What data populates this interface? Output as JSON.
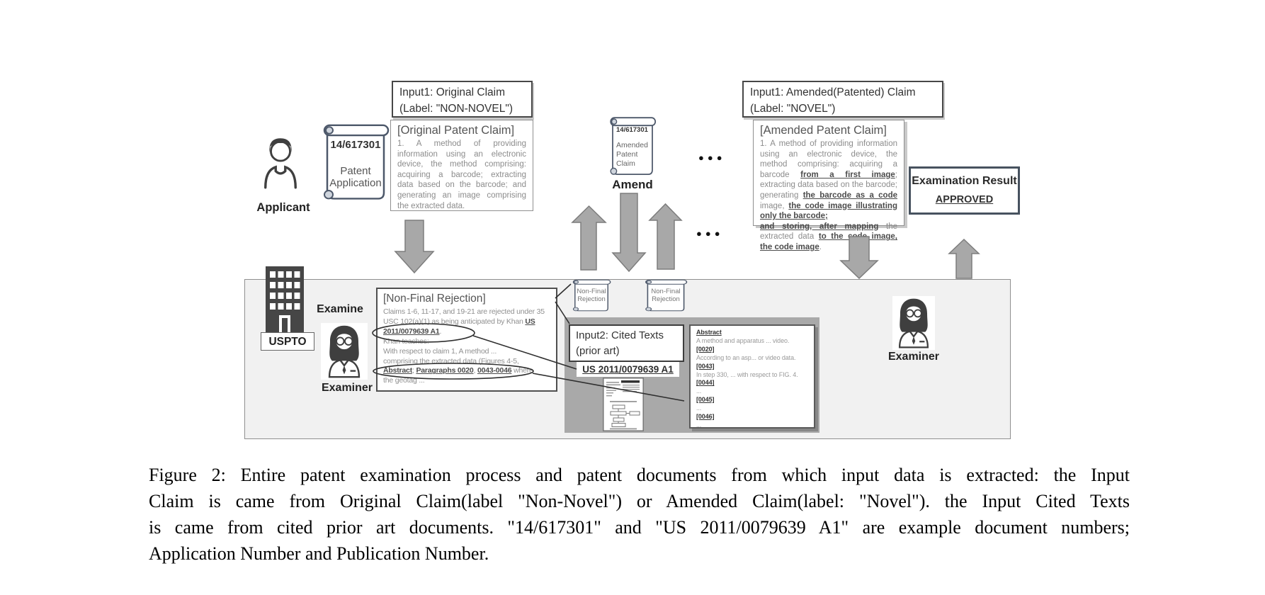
{
  "colors": {
    "arrow_fill": "#a8a8a8",
    "container_fill": "#f1f1f1",
    "dark_region_fill": "#a9a9a9",
    "result_border": "#47525f",
    "annotation_stroke": "#2f2f2f"
  },
  "applicant": {
    "label": "Applicant"
  },
  "patent_scroll": {
    "number": "14/617301",
    "title_lines": [
      "Patent",
      "Application"
    ]
  },
  "input1_original": {
    "title": "Input1: Original Claim",
    "label_line": "(Label: \"NON-NOVEL\")"
  },
  "original_claim": {
    "heading": "[Original Patent Claim]",
    "body": "1. A method of providing information using an electronic device, the method comprising: acquiring a barcode; extracting data based on the barcode; and generating an image comprising the extracted data."
  },
  "amend_scroll": {
    "number": "14/617301",
    "title_lines": [
      "Amended",
      "Patent",
      "Claim"
    ]
  },
  "amend_label": "Amend",
  "dots": "●●●",
  "input1_amended": {
    "title": "Input1: Amended(Patented) Claim",
    "label_line": "(Label: \"NOVEL\")"
  },
  "amended_claim": {
    "heading": "[Amended Patent Claim]",
    "segments": [
      {
        "t": "1. A method of providing information using an electronic device, the method comprising: acquiring a barcode ",
        "s": "p"
      },
      {
        "t": "from a first image",
        "s": "bu"
      },
      {
        "t": ";  extracting data based on the barcode; generating ",
        "s": "p"
      },
      {
        "t": "the barcode as a code",
        "s": "bu"
      },
      {
        "t": " image, ",
        "s": "p"
      },
      {
        "t": "the code image illustrating only the barcode;",
        "s": "bu"
      },
      {
        "t": "",
        "s": "br"
      },
      {
        "t": "and storing, after mapping",
        "s": "bu"
      },
      {
        "t": " the extracted data ",
        "s": "p"
      },
      {
        "t": "to the code image, the code image",
        "s": "bu"
      },
      {
        "t": ".",
        "s": "p"
      }
    ]
  },
  "exam_result": {
    "title": "Examination Result",
    "status": "APPROVED"
  },
  "uspto": {
    "label": "USPTO",
    "examine": "Examine",
    "examiner": "Examiner"
  },
  "rejection": {
    "heading": "[Non-Final Rejection]",
    "lines": [
      [
        {
          "t": "Claims 1-6, 11-17, and 19-21 are rejected under 35",
          "s": "p"
        }
      ],
      [
        {
          "t": "USC 102(a)(1) as being anticipated by Khan ",
          "s": "p"
        },
        {
          "t": "US",
          "s": "bu"
        }
      ],
      [
        {
          "t": "2011/0079639 A1",
          "s": "bu"
        },
        {
          "t": ".",
          "s": "p"
        }
      ],
      [
        {
          "t": "Khan teaches:",
          "s": "p"
        }
      ],
      [
        {
          "t": "With respect to claim 1, A method ...",
          "s": "p"
        }
      ],
      [
        {
          "t": "comprising the extracted data (Figures 4-5,",
          "s": "p"
        }
      ],
      [
        {
          "t": "Abstract",
          "s": "bu"
        },
        {
          "t": "; ",
          "s": "p"
        },
        {
          "t": "Paragraphs 0020",
          "s": "bu"
        },
        {
          "t": ", ",
          "s": "p"
        },
        {
          "t": "0043-0046",
          "s": "bu"
        },
        {
          "t": " where",
          "s": "p"
        }
      ],
      [
        {
          "t": "the geotag ...",
          "s": "p"
        }
      ]
    ]
  },
  "rejection_scrolls": [
    {
      "line1": "Non-Final",
      "line2": "Rejection"
    },
    {
      "line1": "Non-Final",
      "line2": "Rejection"
    }
  ],
  "input2": {
    "title": "Input2: Cited Texts",
    "subtitle": "(prior art)",
    "doc_number": "US 2011/0079639 A1"
  },
  "cited_panel": {
    "lines": [
      [
        {
          "t": "Abstract",
          "s": "bu"
        }
      ],
      [
        {
          "t": "A method and apparatus ... video.",
          "s": "p"
        }
      ],
      [
        {
          "t": "[0020]",
          "s": "bu"
        }
      ],
      [
        {
          "t": "According to an asp... or video data.",
          "s": "p"
        }
      ],
      [
        {
          "t": "[0043]",
          "s": "bu"
        }
      ],
      [
        {
          "t": "In step 330, ... with respect to FIG. 4.",
          "s": "p"
        }
      ],
      [
        {
          "t": "[0044]",
          "s": "bu"
        }
      ],
      [
        {
          "t": "...",
          "s": "p"
        }
      ],
      [
        {
          "t": "[0045]",
          "s": "bu"
        }
      ],
      [
        {
          "t": "...",
          "s": "p"
        }
      ],
      [
        {
          "t": "[0046]",
          "s": "bu"
        }
      ],
      [
        {
          "t": "...",
          "s": "p"
        }
      ]
    ]
  },
  "examiner_right": {
    "label": "Examiner"
  },
  "caption": {
    "lines": [
      "Figure 2: Entire patent examination process and patent documents from which input data is extracted: the Input",
      "Claim is came from Original Claim(label \"Non-Novel\") or Amended Claim(label: \"Novel\"). the Input Cited Texts",
      "is came from cited prior art documents. \"14/617301\" and \"US 2011/0079639 A1\" are example document numbers;",
      "Application Number and Publication Number."
    ]
  }
}
